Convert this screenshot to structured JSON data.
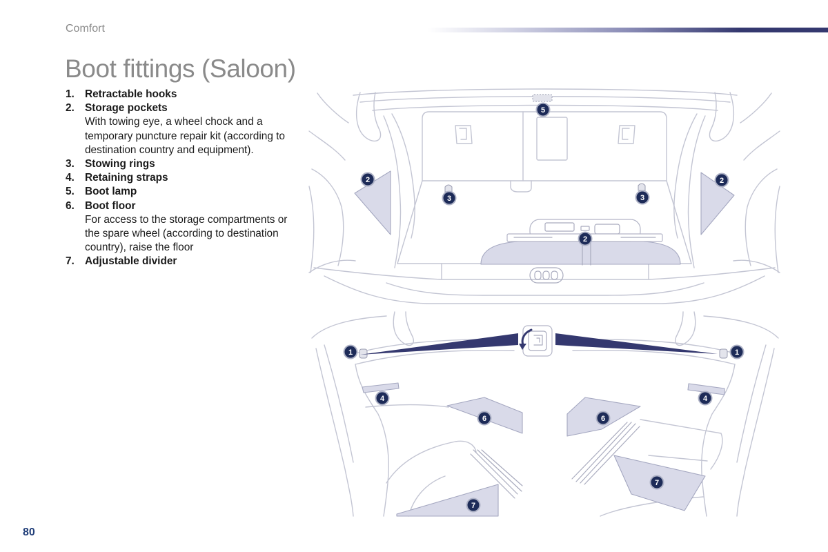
{
  "header": {
    "section": "Comfort"
  },
  "title": "Boot fittings (Saloon)",
  "items": [
    {
      "number": "1.",
      "label": "Retractable hooks"
    },
    {
      "number": "2.",
      "label": "Storage pockets",
      "description": "With towing eye, a wheel chock and a temporary puncture repair kit (according to destination country and equipment)."
    },
    {
      "number": "3.",
      "label": "Stowing rings"
    },
    {
      "number": "4.",
      "label": "Retaining straps"
    },
    {
      "number": "5.",
      "label": "Boot lamp"
    },
    {
      "number": "6.",
      "label": "Boot floor",
      "description": "For access to the storage compartments or the spare wheel (according to destination country), raise the floor"
    },
    {
      "number": "7.",
      "label": "Adjustable divider"
    }
  ],
  "illustrations": {
    "top": {
      "callouts": [
        "5",
        "2",
        "3",
        "3",
        "2",
        "2"
      ]
    },
    "bottom_left": {
      "callouts": [
        "1",
        "4",
        "6",
        "7"
      ]
    },
    "bottom_right": {
      "callouts": [
        "1",
        "4",
        "6",
        "7"
      ]
    }
  },
  "page_number": "80",
  "colors": {
    "accent": "#34386f",
    "page_number": "#23407a",
    "callout": "#1d2b58",
    "highlight": "#d9dae9",
    "line_art": "#c3c5d3",
    "body_text": "#1a1a1a",
    "heading": "#8a8a8a"
  }
}
